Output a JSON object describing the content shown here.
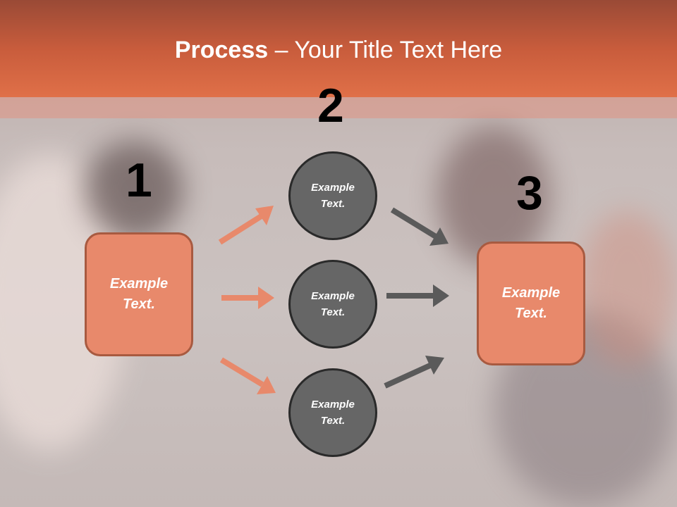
{
  "title": {
    "bold": "Process",
    "rest": " – Your Title Text Here"
  },
  "steps": [
    {
      "number": "1"
    },
    {
      "number": "2"
    },
    {
      "number": "3"
    }
  ],
  "boxes": [
    {
      "label": "Example Text."
    },
    {
      "label": "Example Text."
    }
  ],
  "circles": [
    {
      "label": "Example Text."
    },
    {
      "label": "Example Text."
    },
    {
      "label": "Example Text."
    }
  ],
  "colors": {
    "header": "#e07048",
    "box_fill": "#e8896b",
    "circle_fill": "#666666",
    "arrow_orange": "#e8896b",
    "arrow_gray": "#5a5a5a"
  }
}
